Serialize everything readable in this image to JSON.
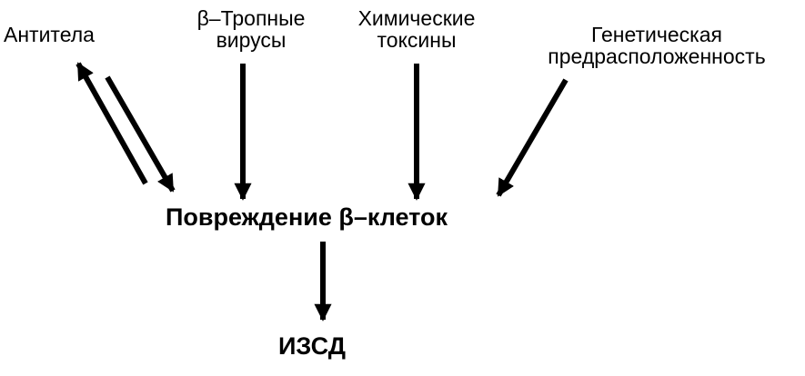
{
  "nodes": {
    "antibodies": {
      "lines": [
        "Антитела"
      ]
    },
    "beta_tropic_viruses": {
      "lines": [
        "β–Тропные",
        "вирусы"
      ]
    },
    "chemical_toxins": {
      "lines": [
        "Химические",
        "токсины"
      ]
    },
    "genetic_predisposition": {
      "lines": [
        "Генетическая",
        "предрасположенность"
      ]
    },
    "beta_cell_damage": {
      "label": "Повреждение β–клеток"
    },
    "iddm": {
      "label": "ИЗСД"
    }
  },
  "edges": [
    {
      "from": "antibodies",
      "to": "beta_cell_damage",
      "direction": "both",
      "style": "double-line"
    },
    {
      "from": "beta_tropic_viruses",
      "to": "beta_cell_damage"
    },
    {
      "from": "chemical_toxins",
      "to": "beta_cell_damage"
    },
    {
      "from": "genetic_predisposition",
      "to": "beta_cell_damage"
    },
    {
      "from": "beta_cell_damage",
      "to": "iddm"
    }
  ],
  "colors": {
    "ink": "#000000",
    "background": "#ffffff"
  }
}
